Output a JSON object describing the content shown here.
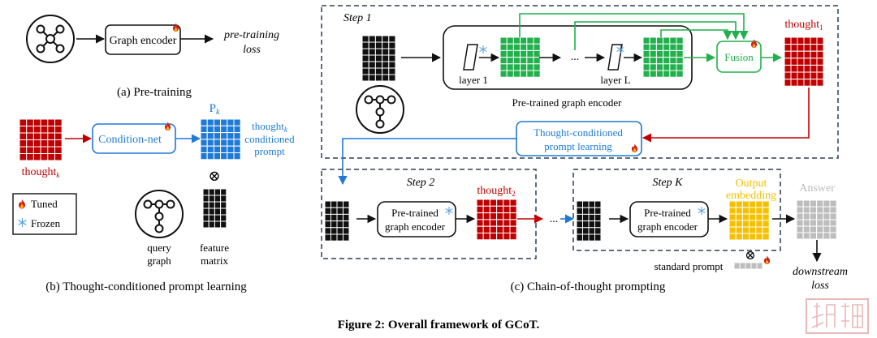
{
  "pretraining": {
    "encoder_label": "Graph encoder",
    "loss_line1": "pre-training",
    "loss_line2": "loss",
    "caption": "(a) Pre-training"
  },
  "prompt_learning": {
    "thought_label": "thought",
    "thought_sub": "k",
    "condition_net_label": "Condition-net",
    "prompt_name": "P",
    "prompt_sub": "k",
    "prompt_desc_line1": "thought",
    "prompt_desc_sub": "k",
    "prompt_desc_line2": "conditioned",
    "prompt_desc_line3": "prompt",
    "times_symbol": "⊗",
    "query_graph_line1": "query",
    "query_graph_line2": "graph",
    "feature_matrix_line1": "feature",
    "feature_matrix_line2": "matrix",
    "caption": "(b) Thought-conditioned prompt learning"
  },
  "legend": {
    "tuned": "Tuned",
    "frozen": "Frozen"
  },
  "cot": {
    "step1_label": "Step 1",
    "layer1_label": "layer 1",
    "layerL_label": "layer L",
    "ellipsis": "...",
    "pretrained_encoder_label": "Pre-trained graph encoder",
    "fusion_label": "Fusion",
    "thought1_label": "thought",
    "thought1_sub": "1",
    "tcpl_line1": "Thought-conditioned",
    "tcpl_line2": "prompt learning",
    "step2_label": "Step 2",
    "step2_encoder_line1": "Pre-trained",
    "step2_encoder_line2": "graph encoder",
    "thought2_label": "thought",
    "thought2_sub": "2",
    "middle_dots": "...",
    "stepK_label": "Step K",
    "stepK_encoder_line1": "Pre-trained",
    "stepK_encoder_line2": "graph encoder",
    "output_line1": "Output",
    "output_line2": "embedding",
    "answer_label": "Answer",
    "times_symbol": "⊗",
    "standard_prompt_label": "standard prompt",
    "downstream_line1": "downstream",
    "downstream_line2": "loss",
    "caption": "(c) Chain-of-thought prompting"
  },
  "figure_caption": "Figure 2: Overall framework of GCoT.",
  "colors": {
    "red": "#c00000",
    "blue": "#1f7ad6",
    "green": "#21b04b",
    "yellow": "#f5c000",
    "gray": "#bdbdbd",
    "black": "#111111"
  }
}
